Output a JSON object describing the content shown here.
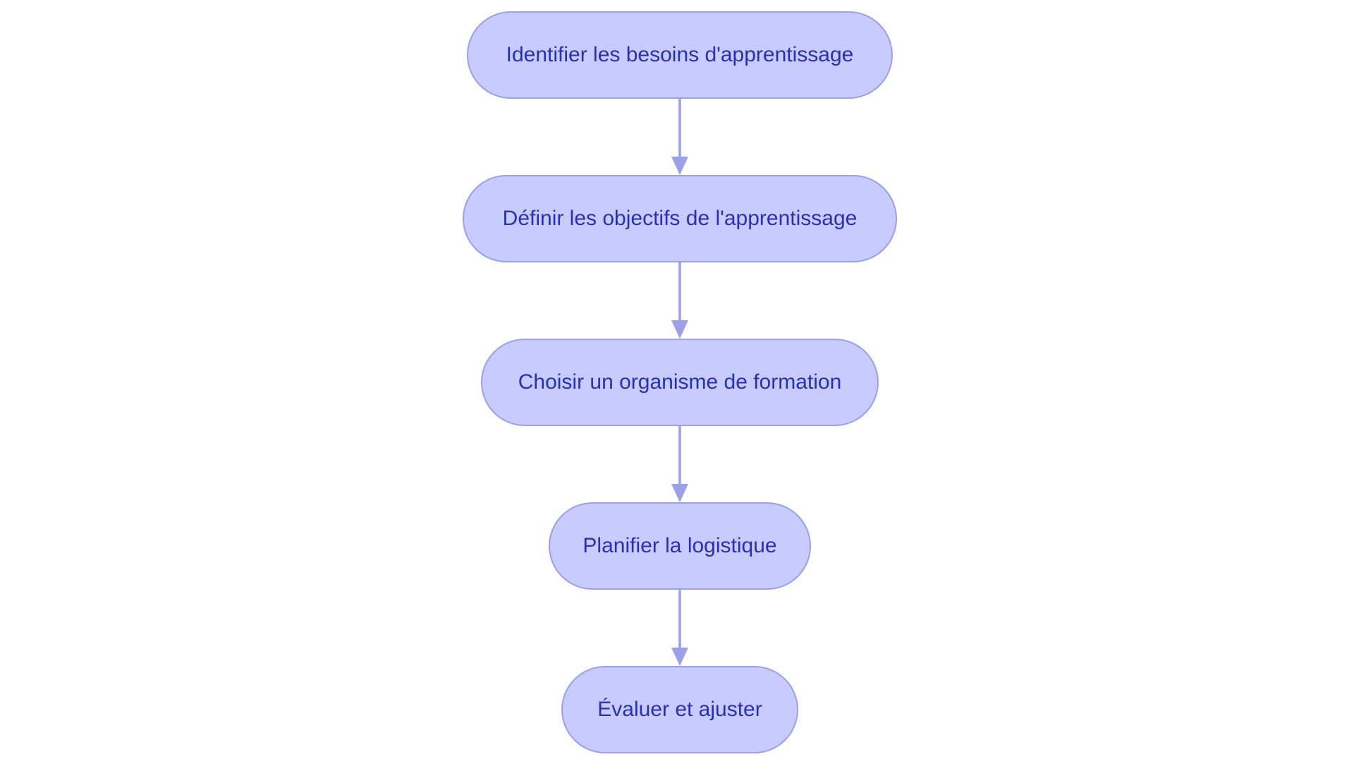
{
  "flowchart": {
    "steps": [
      {
        "label": "Identifier les besoins d'apprentissage"
      },
      {
        "label": "Définir les objectifs de l'apprentissage"
      },
      {
        "label": "Choisir un organisme de formation"
      },
      {
        "label": "Planifier la logistique"
      },
      {
        "label": "Évaluer et ajuster"
      }
    ]
  },
  "colors": {
    "node_fill": "#c8cbfd",
    "node_border": "#9aa0ea",
    "node_text": "#2a2fb3",
    "edge": "#9aa0ea"
  }
}
